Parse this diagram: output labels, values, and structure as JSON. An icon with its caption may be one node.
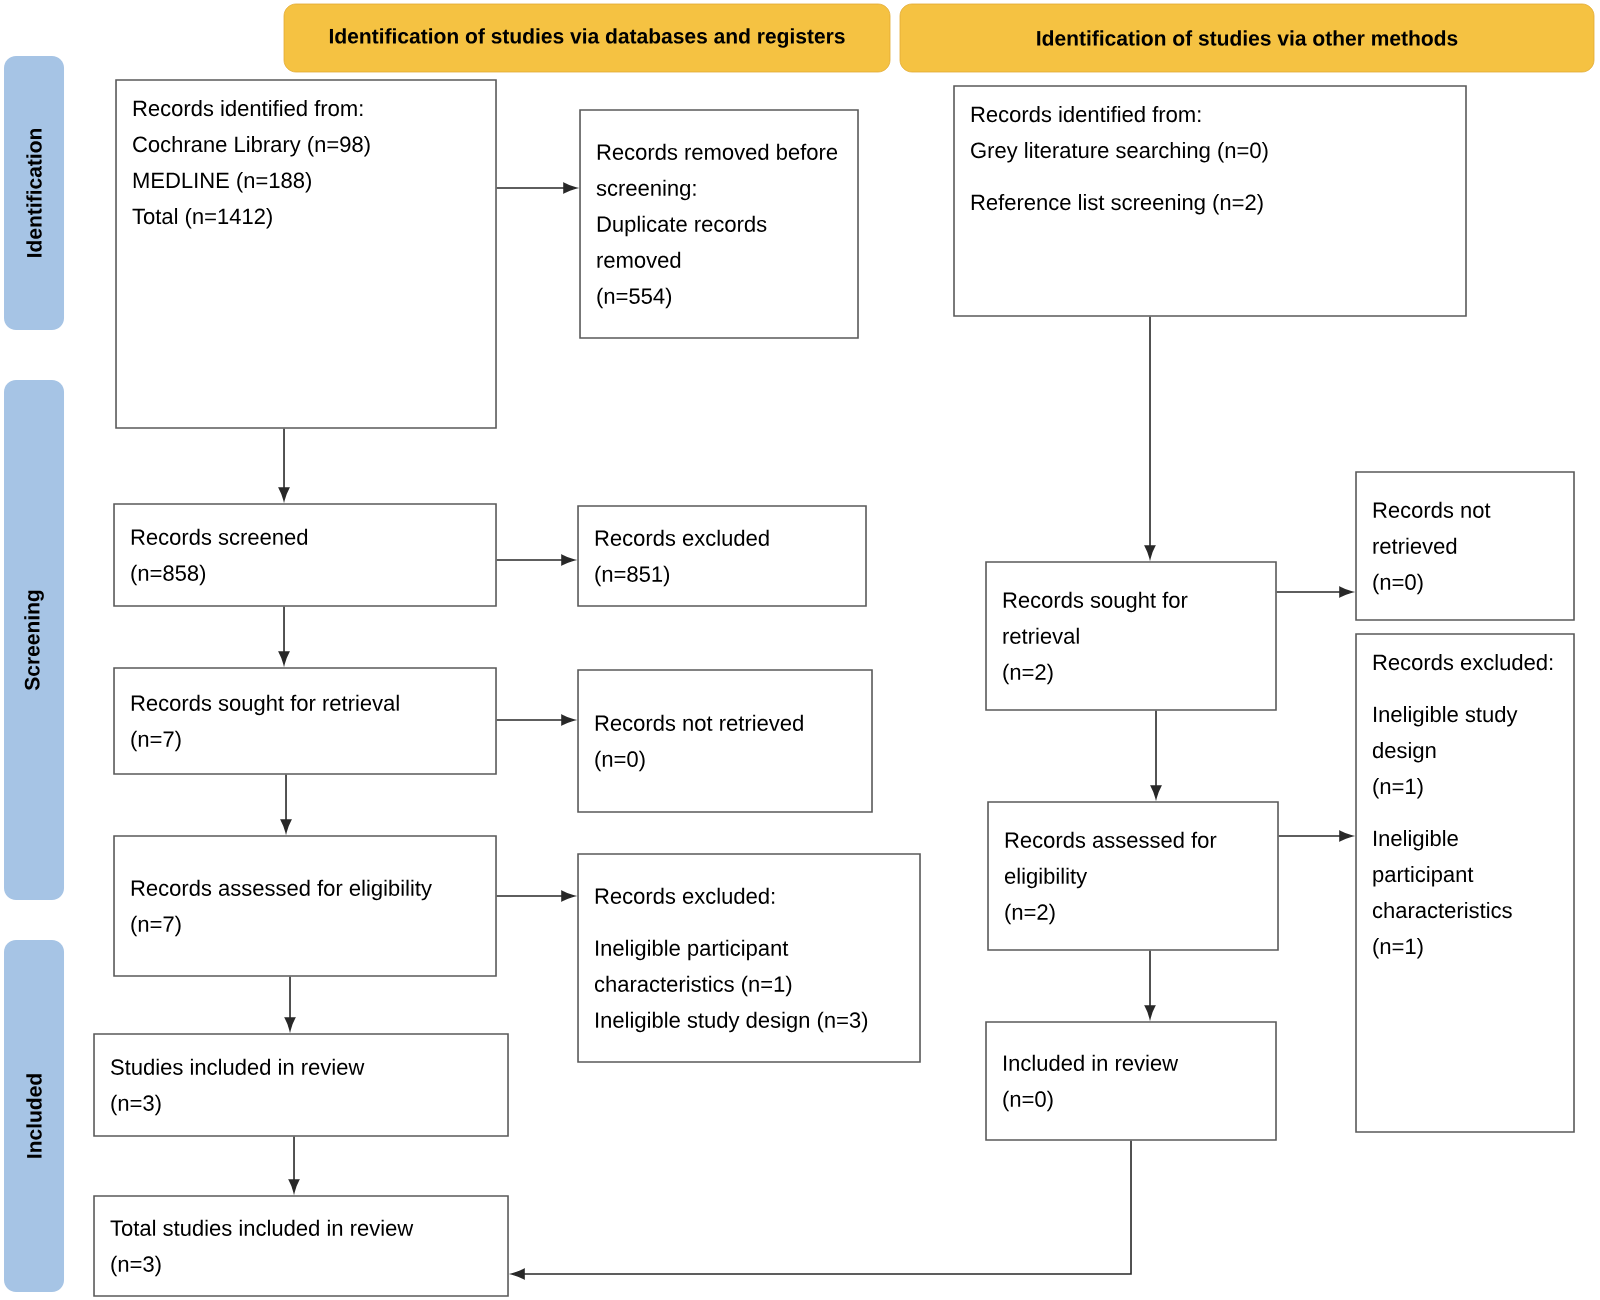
{
  "diagram": {
    "nodes": [
      {
        "text": [
          "Identification of studies via databases and registers"
        ]
      },
      {
        "text": [
          "Identification of studies via other methods"
        ]
      },
      {
        "text": [
          "Identification"
        ]
      },
      {
        "text": [
          "Screening"
        ]
      },
      {
        "text": [
          "Included"
        ]
      },
      {
        "text": [
          "Records identified from:",
          "Cochrane Library (n=98)",
          "MEDLINE (n=188)",
          "Total (n=1412)"
        ]
      },
      {
        "text": [
          "Records removed before screening:",
          "Duplicate records removed",
          "(n=554)"
        ]
      },
      {
        "text": [
          "Records screened",
          "(n=858)"
        ]
      },
      {
        "text": [
          "Records excluded",
          "(n=851)"
        ]
      },
      {
        "text": [
          "Records sought for retrieval",
          "(n=7)"
        ]
      },
      {
        "text": [
          "Records not retrieved",
          "(n=0)"
        ]
      },
      {
        "text": [
          "Records assessed for eligibility",
          "(n=7)"
        ]
      },
      {
        "text": [
          "Records excluded:",
          "Ineligible participant characteristics (n=1)",
          "Ineligible study design (n=3)"
        ]
      },
      {
        "text": [
          "Studies included in review",
          "(n=3)"
        ]
      },
      {
        "text": [
          "Total studies included in review",
          "(n=3)"
        ]
      },
      {
        "text": [
          "Records identified from:",
          "Grey literature searching (n=0)",
          "Reference list screening (n=2)"
        ]
      },
      {
        "text": [
          "Records sought for retrieval",
          "(n=2)"
        ]
      },
      {
        "text": [
          "Records not retrieved",
          "(n=0)"
        ]
      },
      {
        "text": [
          "Records assessed for eligibility",
          "(n=2)"
        ]
      },
      {
        "text": [
          "Records excluded:",
          "Ineligible study design",
          "(n=1)",
          "Ineligible participant characteristics",
          "(n=1)"
        ]
      },
      {
        "text": [
          "Included in review",
          "(n=0)"
        ]
      }
    ],
    "edges": [
      {
        "from": 5,
        "to": 6,
        "arrow": "to"
      },
      {
        "from": 5,
        "to": 7,
        "arrow": "to"
      },
      {
        "from": 7,
        "to": 8,
        "arrow": "to"
      },
      {
        "from": 7,
        "to": 9,
        "arrow": "to"
      },
      {
        "from": 9,
        "to": 10,
        "arrow": "to"
      },
      {
        "from": 9,
        "to": 11,
        "arrow": "to"
      },
      {
        "from": 11,
        "to": 12,
        "arrow": "to"
      },
      {
        "from": 11,
        "to": 13,
        "arrow": "to"
      },
      {
        "from": 13,
        "to": 14,
        "arrow": "to"
      },
      {
        "from": 15,
        "to": 16,
        "arrow": "to"
      },
      {
        "from": 16,
        "to": 17,
        "arrow": "to"
      },
      {
        "from": 16,
        "to": 18,
        "arrow": "to"
      },
      {
        "from": 18,
        "to": 19,
        "arrow": "to"
      },
      {
        "from": 18,
        "to": 20,
        "arrow": "to"
      },
      {
        "from": 20,
        "to": 14,
        "arrow": "to"
      }
    ]
  }
}
